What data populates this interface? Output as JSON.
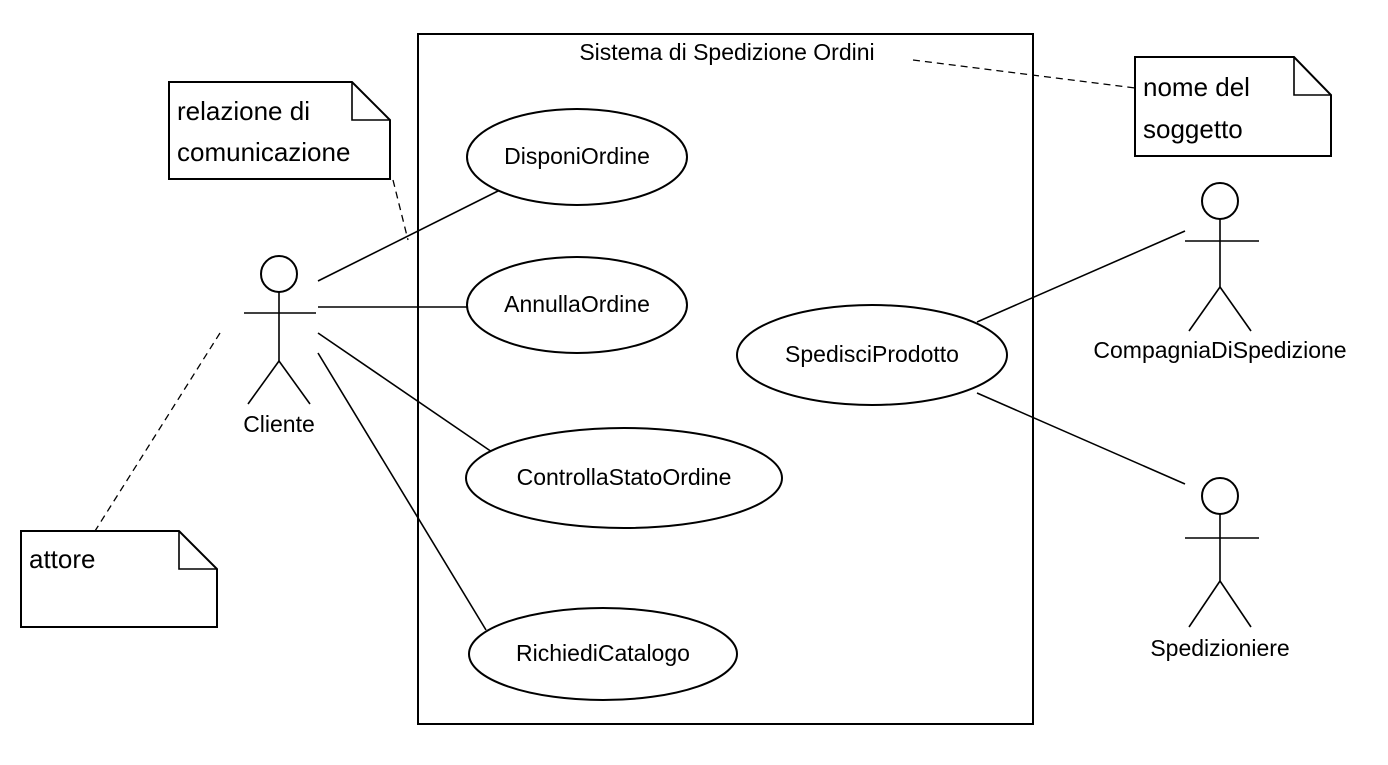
{
  "system": {
    "title": "Sistema di Spedizione Ordini"
  },
  "actors": {
    "cliente": "Cliente",
    "compagnia": "CompagniaDiSpedizione",
    "spedizioniere": "Spedizioniere"
  },
  "use_cases": {
    "disponi": "DisponiOrdine",
    "annulla": "AnnullaOrdine",
    "controlla": "ControllaStatoOrdine",
    "richiedi": "RichiediCatalogo",
    "spedisci": "SpedisciProdotto"
  },
  "notes": {
    "relazione": [
      "relazione di",
      "comunicazione"
    ],
    "nome": [
      "nome del",
      "soggetto"
    ],
    "attore": [
      "attore"
    ]
  }
}
